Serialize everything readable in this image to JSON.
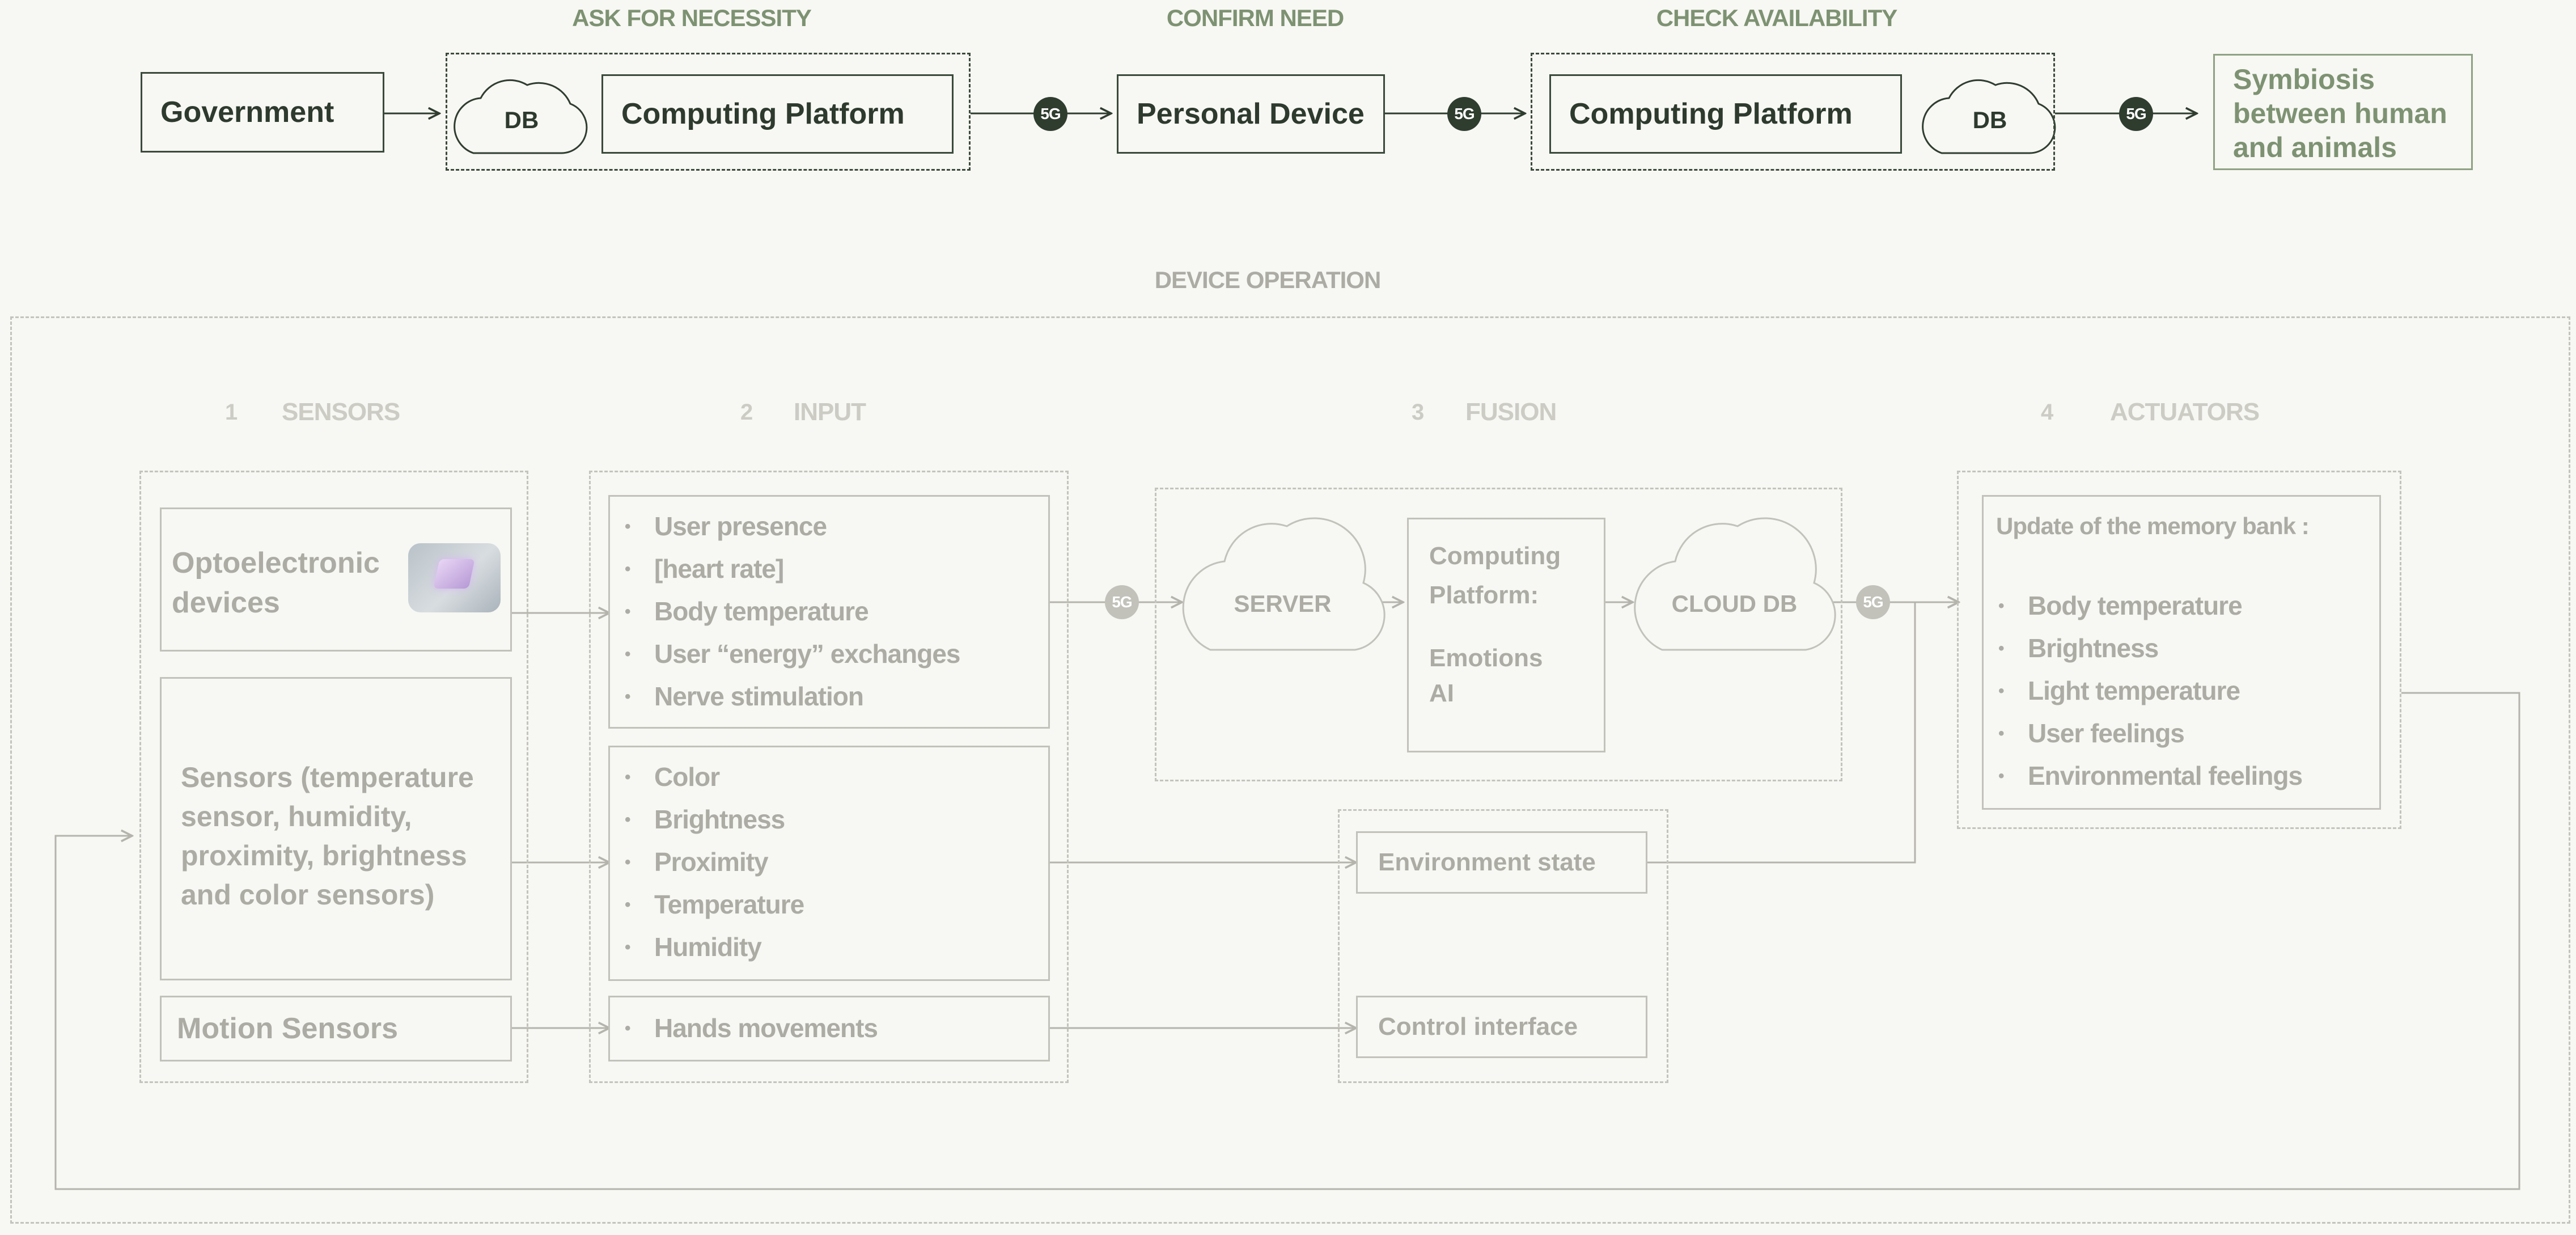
{
  "top_flow": {
    "header_ask": "ASK FOR NECESSITY",
    "header_confirm": "CONFIRM NEED",
    "header_check": "CHECK AVAILABILITY",
    "government": "Government",
    "db_label": "DB",
    "computing_platform": "Computing Platform",
    "personal_device": "Personal Device",
    "fiveg": "5G",
    "outcome": "Symbiosis between human and animals"
  },
  "device_operation": {
    "title": "DEVICE OPERATION",
    "steps": [
      {
        "num": "1",
        "label": "SENSORS"
      },
      {
        "num": "2",
        "label": "INPUT"
      },
      {
        "num": "3",
        "label": "FUSION"
      },
      {
        "num": "4",
        "label": "ACTUATORS"
      }
    ],
    "sensors": {
      "opto": "Optoelectronic devices",
      "multi": "Sensors (temperature sensor, humidity, proximity, brightness and color sensors)",
      "motion": "Motion Sensors"
    },
    "inputs": {
      "group1": [
        "User presence",
        "[heart rate]",
        "Body temperature",
        "User “energy” exchanges",
        "Nerve stimulation"
      ],
      "group2": [
        "Color",
        "Brightness",
        "Proximity",
        "Temperature",
        "Humidity"
      ],
      "group3": [
        "Hands movements"
      ]
    },
    "fusion": {
      "server": "SERVER",
      "platform_title": "Computing Platform:",
      "platform_items": [
        "Emotions",
        "AI"
      ],
      "cloud_db": "CLOUD DB",
      "environment_state": "Environment state",
      "control_interface": "Control interface"
    },
    "actuators": {
      "title": "Update of the memory bank :",
      "items": [
        "Body temperature",
        "Brightness",
        "Light temperature",
        "User feelings",
        "Environmental feelings"
      ]
    },
    "fiveg": "5G"
  },
  "colors": {
    "dark": "#2f3d2f",
    "accent_green": "#7d9272",
    "grey": "#acaca5",
    "light_grey": "#c2c2bb",
    "background": "#f7f7f3"
  }
}
